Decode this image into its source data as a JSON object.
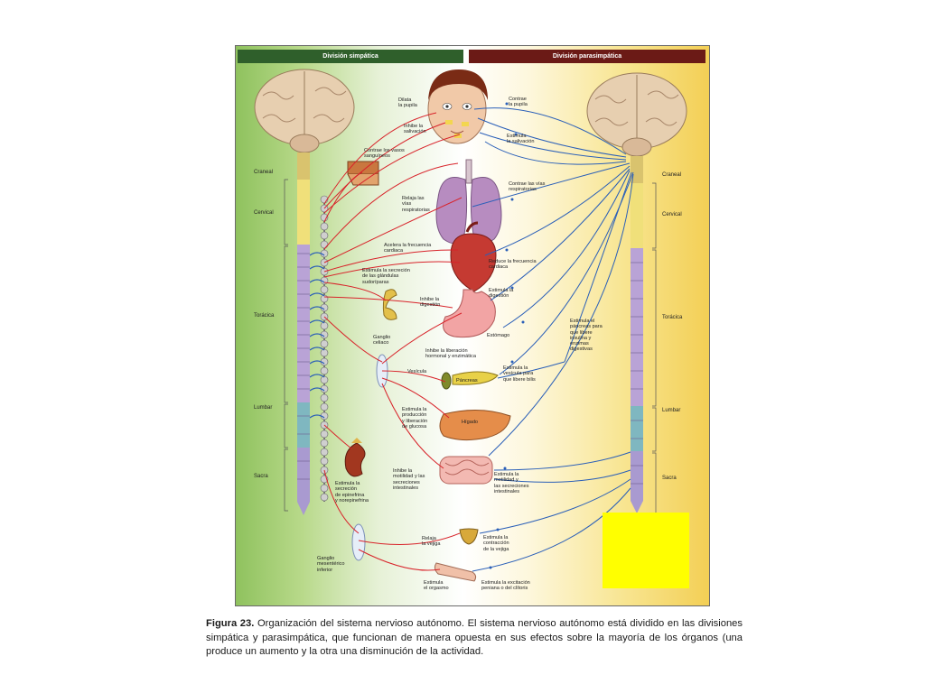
{
  "headers": {
    "sympathetic": "División simpática",
    "parasympathetic": "División parasimpática"
  },
  "segments": {
    "left": [
      "Craneal",
      "Cervical",
      "Torácica",
      "Lumbar",
      "Sacra"
    ],
    "right": [
      "Craneal",
      "Cervical",
      "Torácica",
      "Lumbar",
      "Sacra"
    ]
  },
  "labels": {
    "dilata_pupila": "Dilata\nla pupila",
    "inhibe_salivacion": "Inhibe la\nsalivación",
    "contrae_pupila": "Contrae\nla pupila",
    "estimula_salivacion": "Estimula\nla salivación",
    "contrae_vasos": "Contrae los vasos\nsanguíneos",
    "relaja_vias": "Relaja las\nvías\nrespiratorias",
    "contrae_vias": "Contrae las vías\nrespiratorias",
    "acelera_frecuencia": "Acelera la frecuencia\ncardiaca",
    "reduce_frecuencia": "Reduce la frecuencia\ncardiaca",
    "estimula_glandulas": "Estimula la secreción\nde las glándulas\nsudoríparas",
    "inhibe_digestion": "Inhibe la\ndigestión",
    "estimula_digestion": "Estimula la\ndigestión",
    "estomago": "Estómago",
    "estimula_pancreas": "Estimula el\npáncreas para\nque libere\ninsulina y\nenzimas\ndigestivas",
    "ganglio_celiaco": "Ganglio\nceliaco",
    "inhibe_liberacion": "Inhibe la liberación\nhormonal y enzimática",
    "vesicula": "Vesícula",
    "pancreas": "Páncreas",
    "estimula_vesicula": "Estimula la\nvesícula para\nque libere bilis",
    "estimula_produccion": "Estimula la\nproducción\ny liberación\nde glucosa",
    "higado": "Hígado",
    "inhibe_motilidad": "Inhibe la\nmotilidad y las\nsecreciones\nintestinales",
    "estimula_motilidad": "Estimula la\nmotilidad y\nlas secreciones\nintestinales",
    "estimula_epinefrina": "Estimula la\nsecreción\nde epinefrina\ny norepinefrina",
    "ganglio_mesenterico": "Ganglio\nmesentérico\ninferior",
    "relaja_vejiga": "Relaja\nla vejiga",
    "estimula_contraccion": "Estimula la\ncontracción\nde la vejiga",
    "estimula_orgasmo": "Estimula\nel orgasmo",
    "estimula_excitacion": "Estimula la excitación\npeniana o del clítoris"
  },
  "caption": {
    "bold": "Figura 23.",
    "text": " Organización del sistema nervioso autónomo.  El sistema nervioso autónomo está dividido en las divisiones simpática y parasimpática, que funcionan de manera opuesta en sus efectos sobre la mayoría de los órganos (una produce un aumento y la otra una disminución de la actividad."
  },
  "colors": {
    "sympathetic_nerve": "#d8232a",
    "parasympathetic_nerve": "#2a5fb8",
    "sympathetic_header": "#2f5f2b",
    "parasympathetic_header": "#6b1a16",
    "highlight_box": "#ffff00"
  }
}
